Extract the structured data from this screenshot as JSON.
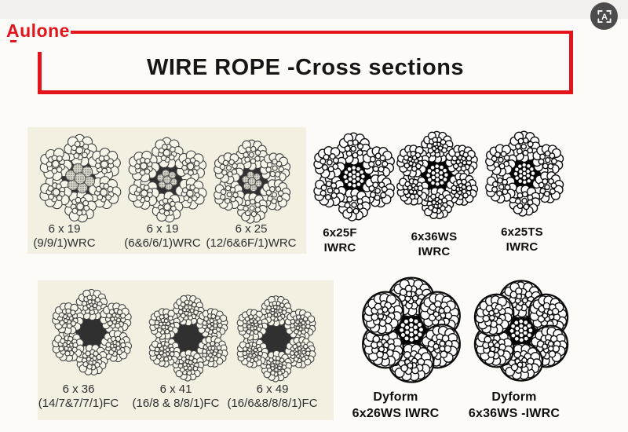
{
  "logo": {
    "text": "Aulone"
  },
  "header": {
    "title": "WIRE ROPE -Cross sections"
  },
  "toolbar_icon": {
    "name": "text-recognition",
    "glyph": "A"
  },
  "colors": {
    "accent_red": "#e2151c",
    "panel_beige": "#f3f0e2",
    "scan_ink": "#414141",
    "crisp_ink": "#0b0b0b"
  },
  "rows": [
    {
      "name": "row-1",
      "items": [
        {
          "id": "6x19-991-wrc",
          "line1": "6 x 19",
          "line2": "(9/9/1)WRC",
          "construction": "wrc",
          "style": "scan"
        },
        {
          "id": "6x19-6661-wrc",
          "line1": "6 x 19",
          "line2": "(6&6/6/1)WRC",
          "construction": "wrc",
          "style": "scan"
        },
        {
          "id": "6x25-wrc",
          "line1": "6 x 25",
          "line2": "(12/6&6F/1)WRC",
          "construction": "wrc",
          "style": "scan"
        },
        {
          "id": "6x25f-iwrc",
          "line1": "6x25F",
          "line2": "IWRC",
          "construction": "iwrc",
          "style": "crisp"
        },
        {
          "id": "6x36ws-iwrc",
          "line1": "6x36WS",
          "line2": "IWRC",
          "construction": "iwrc",
          "style": "crisp"
        },
        {
          "id": "6x25ts-iwrc",
          "line1": "6x25TS",
          "line2": "IWRC",
          "construction": "iwrc",
          "style": "crisp"
        }
      ]
    },
    {
      "name": "row-2",
      "items": [
        {
          "id": "6x36-fc",
          "line1": "6 x 36",
          "line2": "(14/7&7/7/1)FC",
          "construction": "fc",
          "style": "scan"
        },
        {
          "id": "6x41-fc",
          "line1": "6 x 41",
          "line2": "(16/8 & 8/8/1)FC",
          "construction": "fc",
          "style": "scan"
        },
        {
          "id": "6x49-fc",
          "line1": "6 x 49",
          "line2": "(16/6&8/8/8/1)FC",
          "construction": "fc",
          "style": "scan"
        },
        {
          "id": "dyform-6x26ws-iwrc",
          "line1": "Dyform",
          "line2": "6x26WS IWRC",
          "construction": "dyform",
          "style": "crisp"
        },
        {
          "id": "dyform-6x36ws-iwrc",
          "line1": "Dyform",
          "line2": "6x36WS -IWRC",
          "construction": "dyform",
          "style": "crisp"
        }
      ]
    }
  ]
}
